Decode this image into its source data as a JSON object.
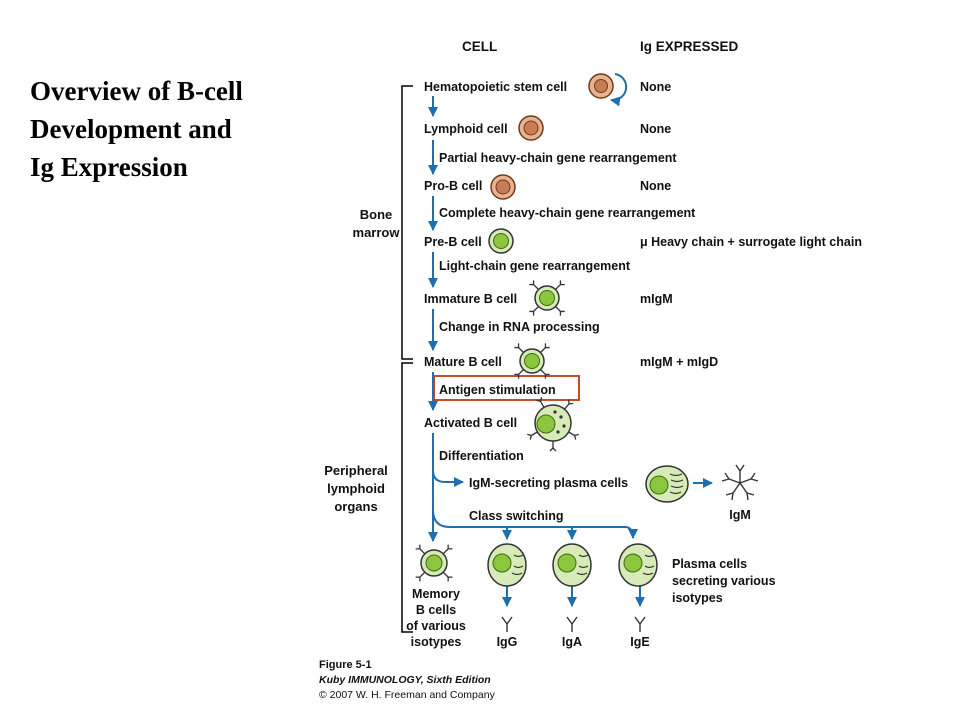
{
  "slide_title": [
    "Overview of B-cell",
    "Development and",
    "Ig Expression"
  ],
  "headers": {
    "cell": "CELL",
    "ig": "Ig EXPRESSED"
  },
  "regions": {
    "bone_marrow": [
      "Bone",
      "marrow"
    ],
    "peripheral": [
      "Peripheral",
      "lymphoid",
      "organs"
    ]
  },
  "stages": [
    {
      "cell": "Hematopoietic stem  cell",
      "ig": "None"
    },
    {
      "cell": "Lymphoid cell",
      "ig": "None"
    },
    {
      "cell": "Pro-B cell",
      "ig": "None"
    },
    {
      "cell": "Pre-B cell",
      "ig": "μ Heavy chain + surrogate light chain"
    },
    {
      "cell": "Immature B cell",
      "ig": "mIgM"
    },
    {
      "cell": "Mature B cell",
      "ig": "mIgM + mIgD"
    },
    {
      "cell": "Activated B cell",
      "ig": ""
    }
  ],
  "steps": [
    "Partial heavy-chain gene rearrangement",
    "Complete heavy-chain gene rearrangement",
    "Light-chain gene rearrangement",
    "Change in RNA processing",
    "Antigen stimulation",
    "Differentiation",
    "Class switching"
  ],
  "plasma_igm": "IgM-secreting plasma cells",
  "igm_label": "IgM",
  "plasma_various": [
    "Plasma cells",
    "secreting various",
    "isotypes"
  ],
  "memory": [
    "Memory",
    "B cells",
    "of various",
    "isotypes"
  ],
  "isotypes": [
    "IgG",
    "IgA",
    "IgE"
  ],
  "caption": [
    "Figure 5-1",
    "Kuby IMMUNOLOGY, Sixth Edition",
    "© 2007 W. H. Freeman and Company"
  ],
  "colors": {
    "flow_arrow": "#1f6fae",
    "early_cell": "#d4906c",
    "b_cell": "#8cc63f",
    "highlight_box": "#c0502a"
  },
  "icons": [
    "self-renewal-arrow-icon",
    "antibody-icon",
    "igm-pentamer-icon"
  ]
}
